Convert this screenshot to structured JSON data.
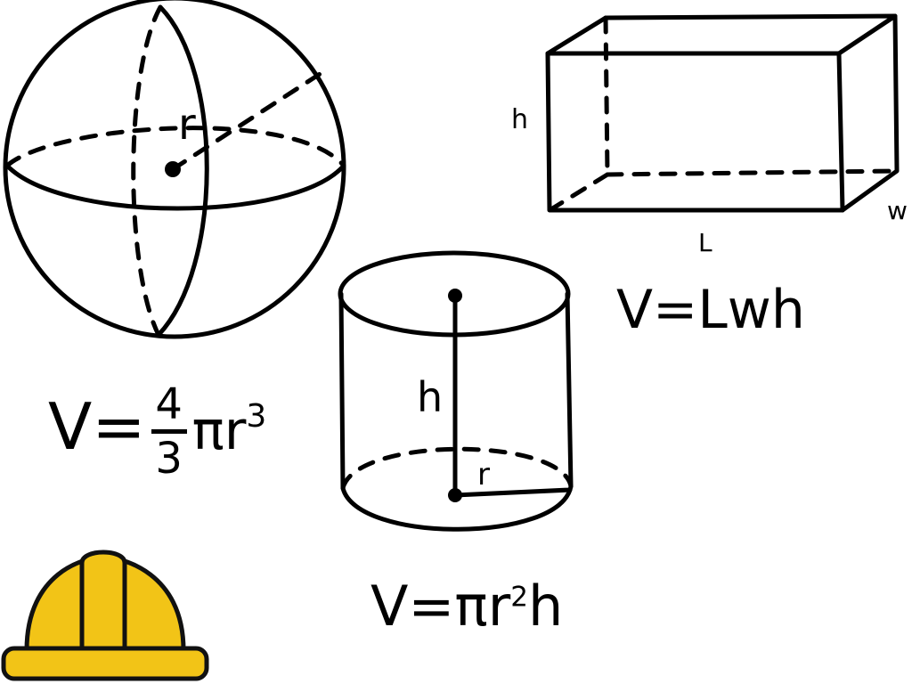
{
  "labels": {
    "sphere_radius": "r",
    "prism_height": "h",
    "prism_width": "w",
    "prism_length": "L",
    "cylinder_height": "h",
    "cylinder_radius": "r"
  },
  "formulas": {
    "sphere": {
      "lhs": "V=",
      "num": "4",
      "den": "3",
      "rest": "πr",
      "exp": "3"
    },
    "cylinder": {
      "lhs": "V=",
      "pi": "πr",
      "exp": "2",
      "tail": "h"
    },
    "prism": {
      "text": "V=Lwh"
    }
  },
  "colors": {
    "line": "#000000",
    "helmet_fill": "#F2C417",
    "helmet_outline": "#111111"
  },
  "icons": [
    "sphere-diagram",
    "rectangular-prism-diagram",
    "cylinder-diagram",
    "hard-hat-icon"
  ]
}
